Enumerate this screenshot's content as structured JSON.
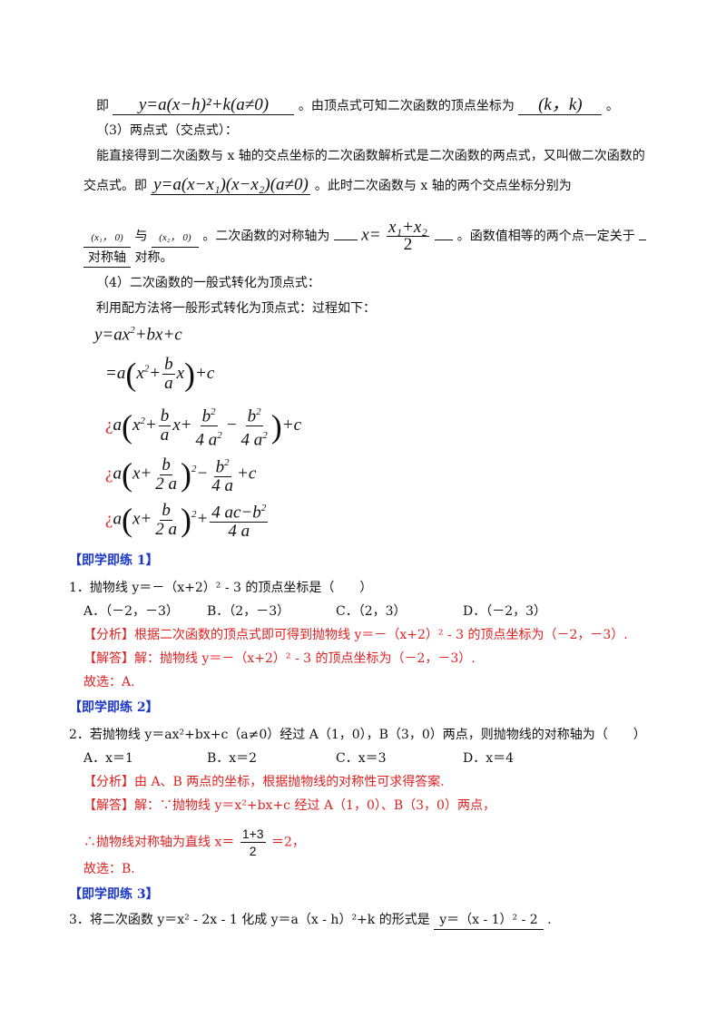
{
  "vertex": {
    "prefix": "即",
    "formula": "y=a(x−h)²+k(a≠0)",
    "middle": "。由顶点式可知二次函数的顶点坐标为",
    "coord": "(k，k)",
    "end": "。"
  },
  "two_point": {
    "heading": "（3）两点式（交点式）：",
    "line1": "能直接得到二次函数与 x 轴的交点坐标的二次函数解析式是二次函数的两点式，又叫做二次函数的",
    "line2_prefix": "交点式。即",
    "line2_formula": "y=a(x−x₁)(x−x₂)(a≠0)",
    "line2_suffix": "。此时二次函数与 x 轴的两个交点坐标分别为",
    "pt1": "(x₁，  0)",
    "and": "与",
    "pt2": "(x₂，  0)",
    "axis_text": "。二次函数的对称轴为",
    "axis_lhs": "x=",
    "axis_num": "x₁+x₂",
    "axis_den": "2",
    "axis_end": "。函数值相等的两个点一定关于",
    "line4_blank": "对称轴",
    "line4_end": "对称。"
  },
  "general": {
    "heading": "（4）二次函数的一般式转化为顶点式：",
    "intro": "利用配方法将一般形式转化为顶点式：过程如下："
  },
  "exercises": [
    {
      "title": "【即学即练 1】",
      "question": "1．抛物线 y＝－（x+2）² - 3 的顶点坐标是（　　）",
      "options": [
        "A．（－2，－3）",
        "B．（2，－3）",
        "C．（2，3）",
        "D．（－2，3）"
      ],
      "analysis": "【分析】根据二次函数的顶点式即可得到抛物线 y＝－（x+2）² - 3 的顶点坐标为（－2，－3）.",
      "answer": "【解答】解：抛物线 y＝－（x+2）² - 3 的顶点坐标为（－2，－3）.",
      "choice": "故选：A."
    },
    {
      "title": "【即学即练 2】",
      "question": "2．若抛物线 y＝ax²+bx+c（a≠0）经过 A（1，0），B（3，0）两点，则抛物线的对称轴为（　　）",
      "options": [
        "A．x＝1",
        "B．x＝2",
        "C．x＝3",
        "D．x＝4"
      ],
      "analysis": "【分析】由 A、B 两点的坐标，根据抛物线的对称性可求得答案.",
      "answer": "【解答】解：∵抛物线 y＝x²+bx+c 经过 A（1，0）、B（3，0）两点，",
      "therefore_prefix": "∴抛物线对称轴为直线 x＝",
      "frac_num": "1+3",
      "frac_den": "2",
      "therefore_suffix": "＝2，",
      "choice": "故选：B."
    },
    {
      "title": "【即学即练 3】",
      "question": "3．将二次函数 y＝x² - 2x - 1 化成 y＝a（x - h）²+k 的形式是",
      "blank": "y＝（x - 1）² - 2",
      "end": "."
    }
  ]
}
